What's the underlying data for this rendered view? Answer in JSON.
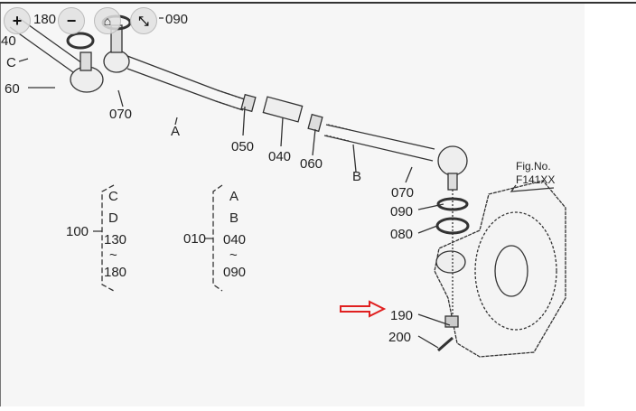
{
  "toolbar": {
    "zoom_in": "+",
    "zoom_out": "−",
    "home": "⌂",
    "fit": "⤡"
  },
  "figure": {
    "fig_label": "Fig.No.",
    "fig_number": "F141XX"
  },
  "callouts": {
    "c090_top": "090",
    "c180": "180",
    "c40": "40",
    "cC": "C",
    "c60": "60",
    "c070a": "070",
    "cA": "A",
    "c050": "050",
    "c040": "040",
    "c060": "060",
    "cB": "B",
    "c070b": "070",
    "c090": "090",
    "c080": "080",
    "c190": "190",
    "c200": "200"
  },
  "groups": [
    {
      "number": "100",
      "items": [
        "C",
        "D",
        "130",
        "~",
        "180"
      ]
    },
    {
      "number": "010",
      "items": [
        "A",
        "B",
        "040",
        "~",
        "090"
      ]
    }
  ],
  "colors": {
    "arrow": "#e02020",
    "line": "#333333"
  }
}
